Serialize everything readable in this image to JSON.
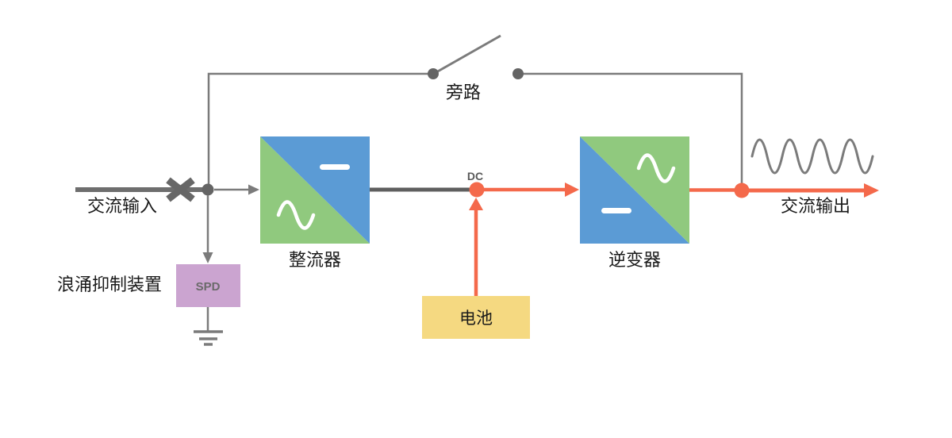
{
  "labels": {
    "ac_input": "交流输入",
    "surge_device": "浪涌抑制装置",
    "spd": "SPD",
    "rectifier": "整流器",
    "dc": "DC",
    "battery": "电池",
    "inverter": "逆变器",
    "bypass": "旁路",
    "ac_output": "交流输出"
  },
  "colors": {
    "line_gray": "#7b7b7b",
    "thick_gray": "#6e6e6e",
    "x_gray": "#676767",
    "dark_gray": "#5f5f5f",
    "node_gray": "#646464",
    "orange": "#f4694b",
    "blue": "#5b9bd5",
    "green": "#90c97e",
    "purple": "#cba4d0",
    "yellow": "#f5d981",
    "white": "#ffffff",
    "label_black": "#1a1a1a",
    "label_gray": "#595959",
    "spd_text": "#6a6a6a"
  }
}
